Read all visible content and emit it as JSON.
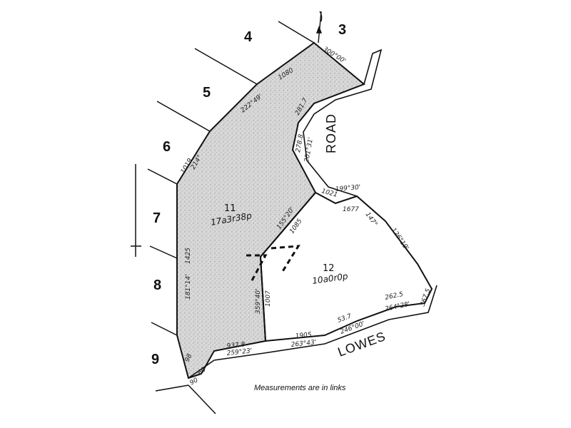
{
  "map": {
    "note": "Measurements are in links",
    "road_names": {
      "road": "ROAD",
      "lowes": "LOWES"
    },
    "lot_numbers": {
      "l3": "3",
      "l4": "4",
      "l5": "5",
      "l6": "6",
      "l7": "7",
      "l8": "8",
      "l9": "9",
      "l11": "11",
      "l12": "12"
    },
    "areas": {
      "lot11": "17a3r38p",
      "lot12": "10a0r0p"
    },
    "measurements": {
      "m1": "1080",
      "m2": "222°49'",
      "m3": "300°00'",
      "m4": "281.7",
      "m5": "1019",
      "m6": "214°",
      "m7": "1425",
      "m8": "181°14'",
      "m9": "278.8",
      "m10": "201°31'",
      "m11": "1085",
      "m12": "155°20'",
      "m13": "1021",
      "m14": "199°30'",
      "m15": "1677",
      "m16": "147°",
      "m17": "126°19'",
      "m18": "1007",
      "m19": "359°40'",
      "m20": "937.8",
      "m21": "259°23'",
      "m22": "1905",
      "m23": "263°43'",
      "m24": "53.7",
      "m25": "246°00'",
      "m26": "262.5",
      "m27": "264°28'",
      "m28": "367.5",
      "m29": "98",
      "m30": "60",
      "m31": "90"
    }
  }
}
